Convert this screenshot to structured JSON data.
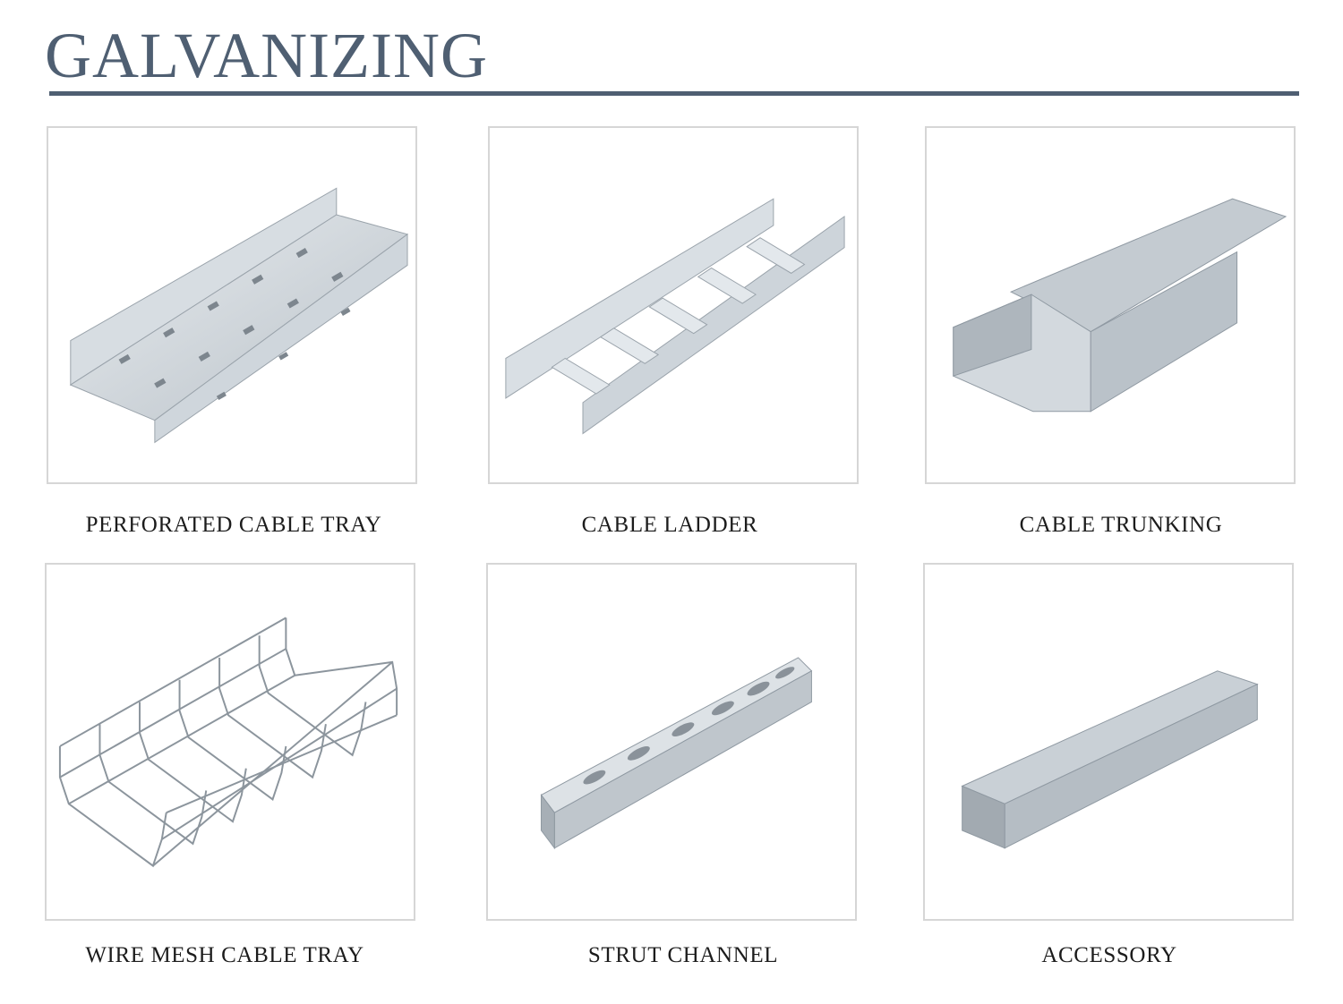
{
  "title": "GALVANIZING",
  "colors": {
    "heading": "#4f5f72",
    "border": "#d6d6d6",
    "metal": "#c9d0d6"
  },
  "products": [
    {
      "label": "PERFORATED CABLE TRAY",
      "icon": "perforated-cable-tray-image"
    },
    {
      "label": "CABLE LADDER",
      "icon": "cable-ladder-image"
    },
    {
      "label": "CABLE TRUNKING",
      "icon": "cable-trunking-image"
    },
    {
      "label": "WIRE MESH CABLE TRAY",
      "icon": "wire-mesh-cable-tray-image"
    },
    {
      "label": "STRUT CHANNEL",
      "icon": "strut-channel-image"
    },
    {
      "label": "ACCESSORY",
      "icon": "accessory-channel-image"
    }
  ]
}
